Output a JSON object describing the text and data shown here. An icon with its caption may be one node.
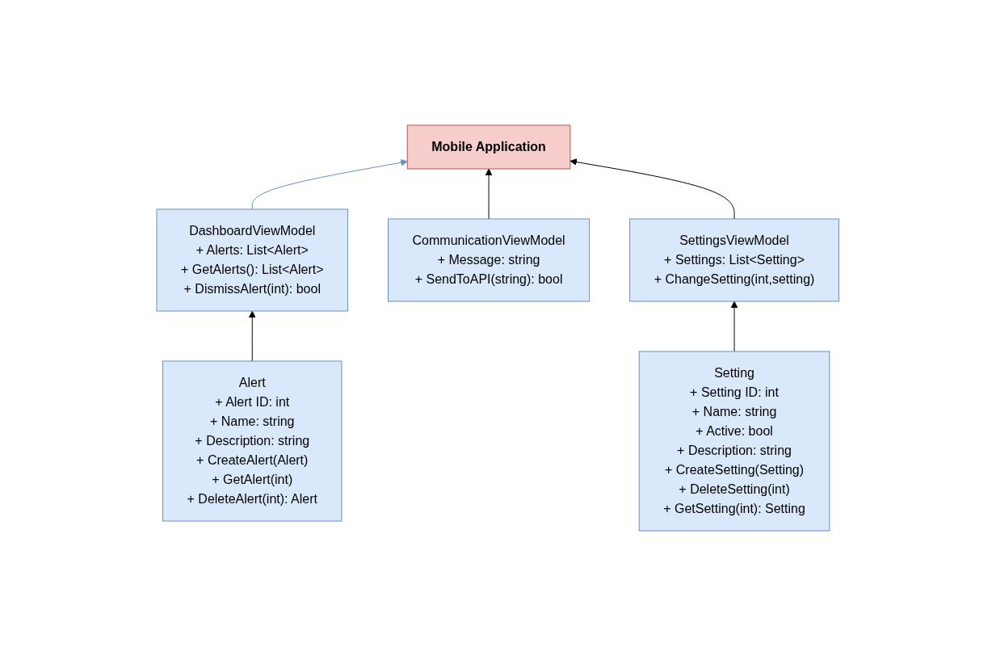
{
  "diagram": {
    "nodes": [
      {
        "text": [
          "Mobile Application"
        ]
      },
      {
        "text": [
          "DashboardViewModel",
          "+ Alerts: List<Alert>",
          "+ GetAlerts(): List<Alert>",
          "+ DismissAlert(int): bool"
        ]
      },
      {
        "text": [
          "CommunicationViewModel",
          "+ Message: string",
          "+ SendToAPI(string): bool"
        ]
      },
      {
        "text": [
          "SettingsViewModel",
          "+ Settings: List<Setting>",
          "+ ChangeSetting(int,setting)"
        ]
      },
      {
        "text": [
          "Alert",
          "+ Alert ID: int",
          "+ Name: string",
          "+ Description: string",
          "+ CreateAlert(Alert)",
          "+ GetAlert(int)",
          "+ DeleteAlert(int): Alert"
        ]
      },
      {
        "text": [
          "Setting",
          "+ Setting ID: int",
          "+ Name: string",
          "+ Active: bool",
          "+ Description: string",
          "+ CreateSetting(Setting)",
          "+ DeleteSetting(int)",
          "+ GetSetting(int): Setting"
        ]
      }
    ],
    "edges": [
      {
        "from": 1,
        "to": 0,
        "arrow": "to",
        "color": "#6c8ebf"
      },
      {
        "from": 2,
        "to": 0,
        "arrow": "to"
      },
      {
        "from": 3,
        "to": 0,
        "arrow": "to"
      },
      {
        "from": 4,
        "to": 1,
        "arrow": "to"
      },
      {
        "from": 5,
        "to": 3,
        "arrow": "to"
      }
    ]
  }
}
